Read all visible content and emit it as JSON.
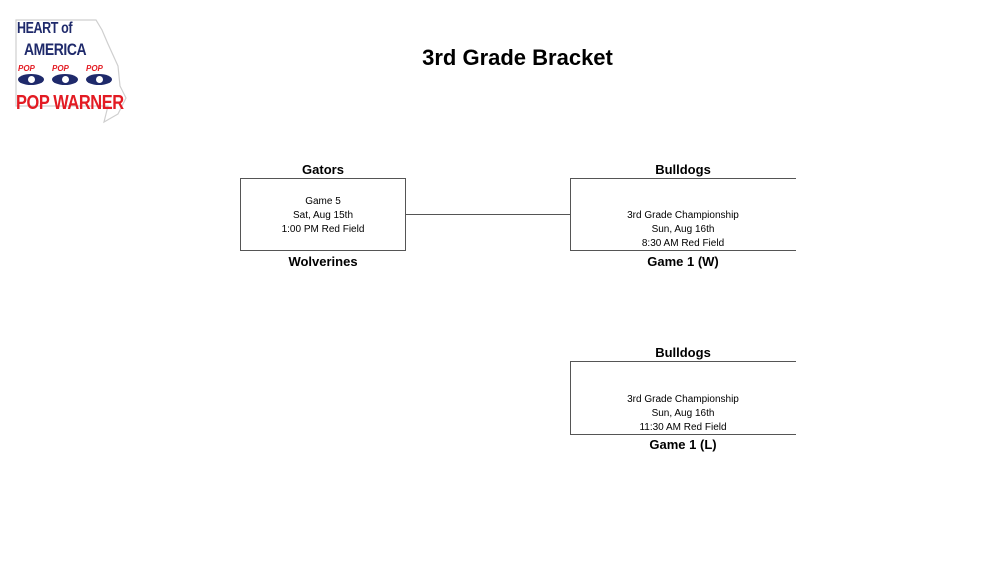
{
  "logo": {
    "line1": "HEART of",
    "line2": "AMERICA",
    "badge": "POP",
    "line3": "POP WARNER"
  },
  "title": "3rd Grade Bracket",
  "round1": {
    "top_team": "Gators",
    "bottom_team": "Wolverines",
    "game": [
      "Game 5",
      "Sat, Aug 15th",
      "1:00 PM Red Field"
    ]
  },
  "championship": {
    "top_team": "Bulldogs",
    "bottom_team": "Game 1 (W)",
    "game": [
      "3rd Grade Championship",
      "Sun, Aug 16th",
      "8:30 AM Red Field"
    ]
  },
  "consolation": {
    "top_team": "Bulldogs",
    "bottom_team": "Game 1 (L)",
    "game": [
      "3rd Grade Championship",
      "Sun, Aug 16th",
      "11:30 AM Red Field"
    ]
  }
}
